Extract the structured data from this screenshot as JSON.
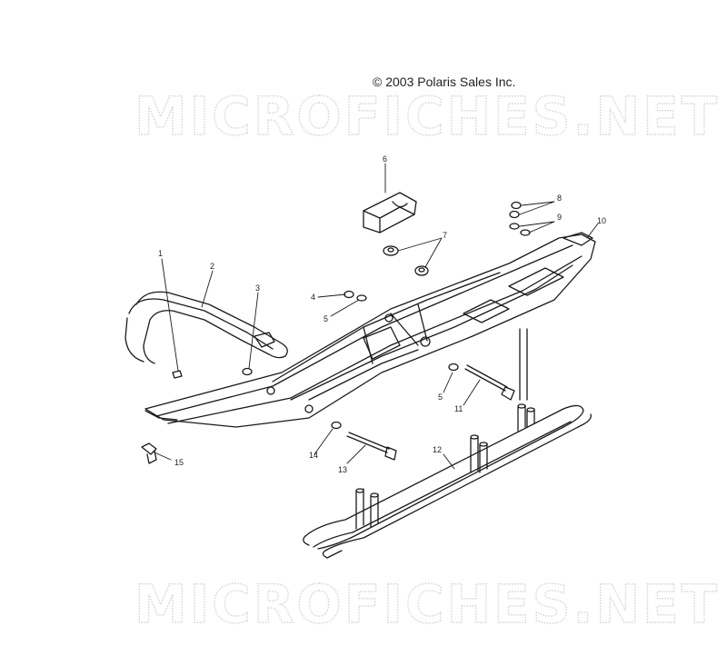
{
  "copyright": "© 2003 Polaris Sales Inc.",
  "watermark": "MICROFICHES.NET",
  "callouts": [
    {
      "num": "1"
    },
    {
      "num": "2"
    },
    {
      "num": "3"
    },
    {
      "num": "4"
    },
    {
      "num": "5"
    },
    {
      "num": "5"
    },
    {
      "num": "6"
    },
    {
      "num": "7"
    },
    {
      "num": "8"
    },
    {
      "num": "9"
    },
    {
      "num": "10"
    },
    {
      "num": "11"
    },
    {
      "num": "12"
    },
    {
      "num": "13"
    },
    {
      "num": "14"
    },
    {
      "num": "15"
    }
  ],
  "colors": {
    "line": "#1a1a1a",
    "watermark": "#d4d4d4",
    "background": "#ffffff"
  }
}
